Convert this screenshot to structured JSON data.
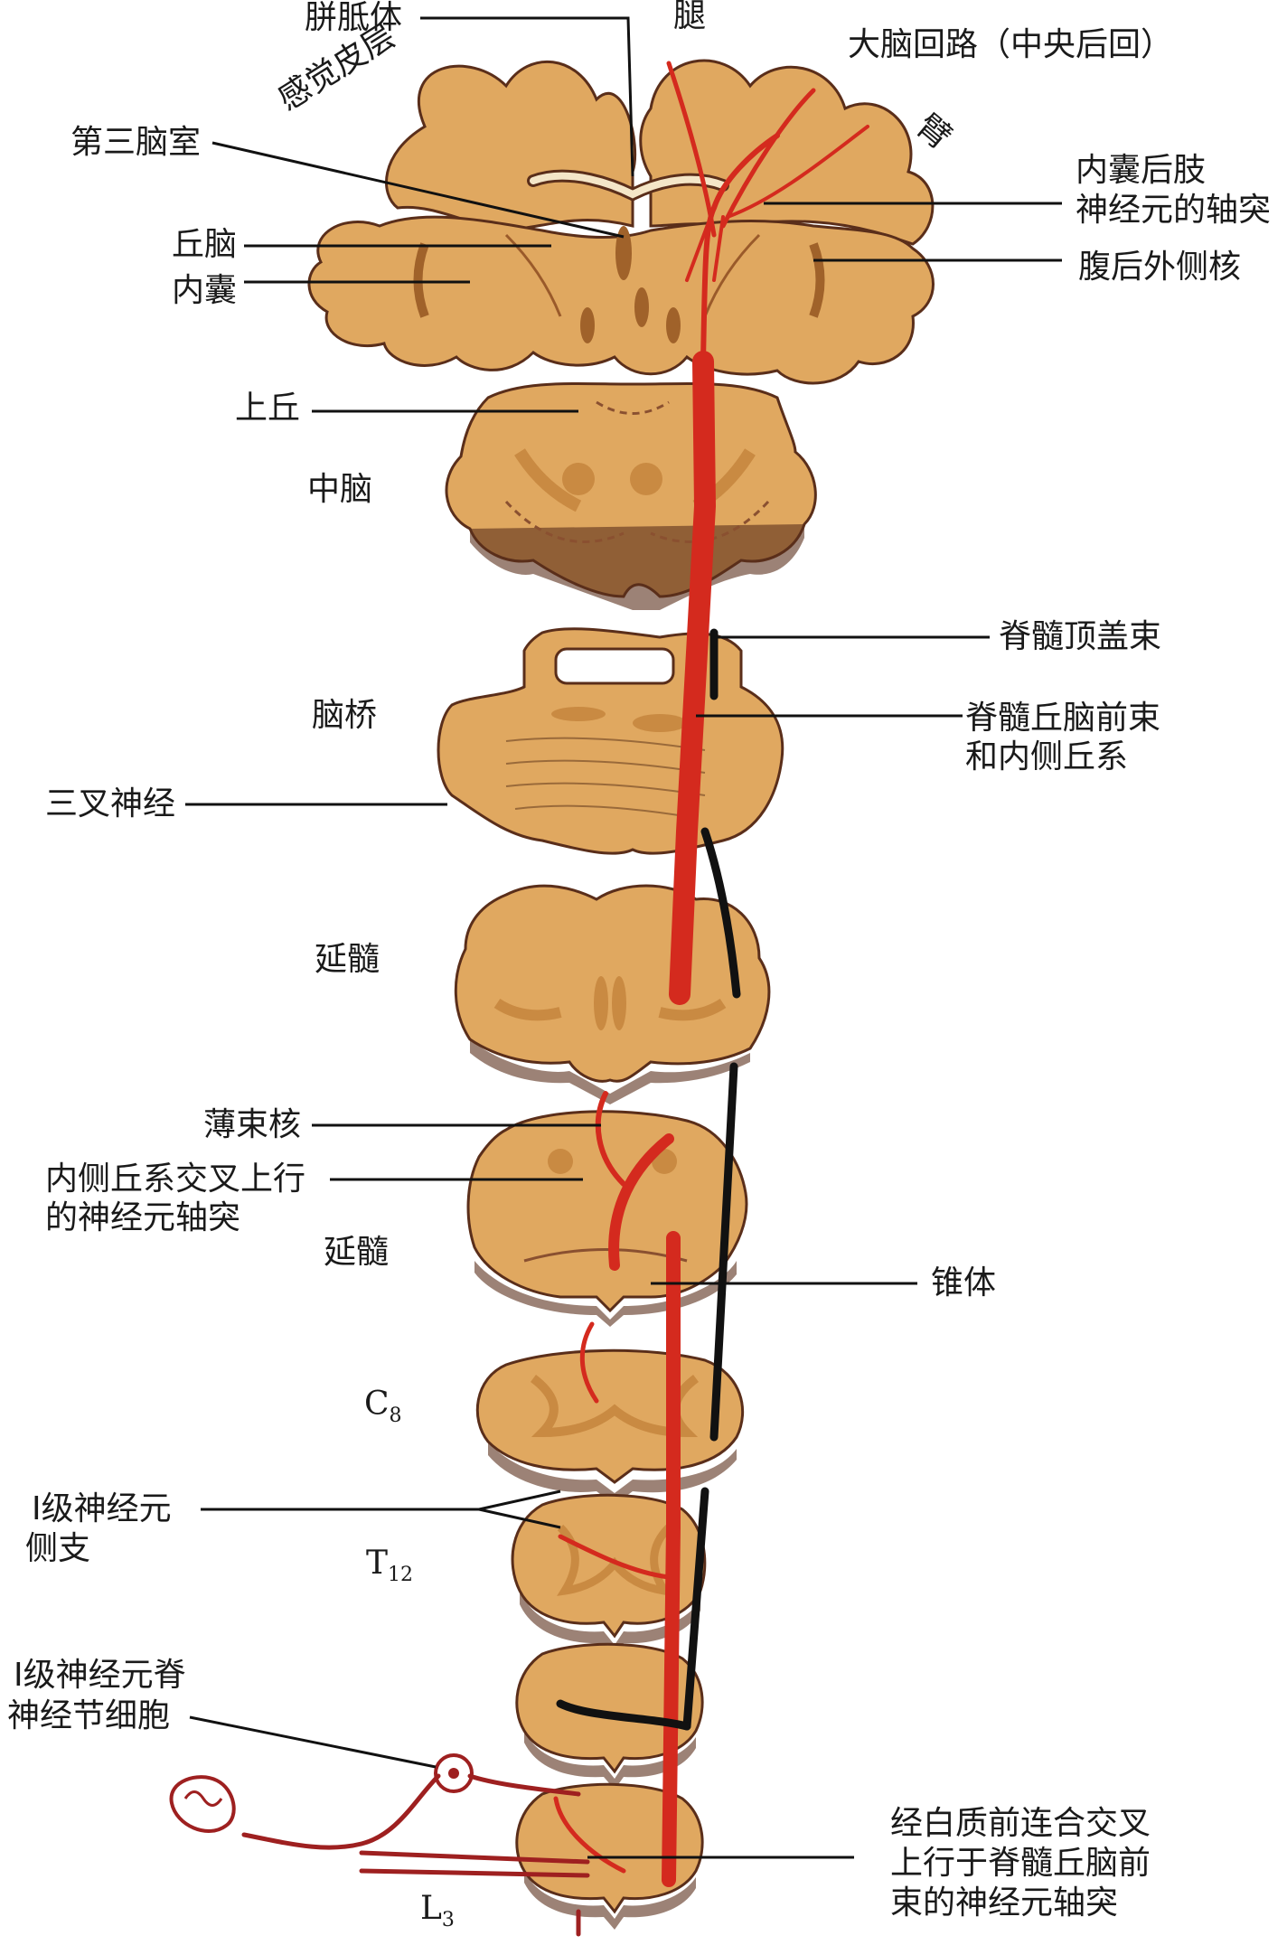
{
  "labels": {
    "corpus_callosum": "胼胝体",
    "leg": "腿",
    "cerebral_circuit": "大脑回路（中央后回）",
    "sensory_cortex": "感觉皮层",
    "arm": "臂",
    "third_ventricle": "第三脑室",
    "internal_capsule_axon_1": "内囊后肢",
    "internal_capsule_axon_2": "神经元的轴突",
    "thalamus": "丘脑",
    "vpl_nucleus": "腹后外侧核",
    "internal_capsule": "内囊",
    "superior_colliculus": "上丘",
    "midbrain": "中脑",
    "spinotectal_tract": "脊髓顶盖束",
    "pons": "脑桥",
    "anterior_spinothalamic_1": "脊髓丘脑前束",
    "anterior_spinothalamic_2": "和内侧丘系",
    "trigeminal_nerve": "三叉神经",
    "medulla_upper": "延髓",
    "gracile_nucleus": "薄束核",
    "lemniscus_decussation_1": "内侧丘系交叉上行",
    "lemniscus_decussation_2": "的神经元轴突",
    "medulla_lower": "延髓",
    "pyramid": "锥体",
    "c8_main": "C",
    "c8_sub": "8",
    "primary_collateral_1": "Ⅰ级神经元",
    "primary_collateral_2": "侧支",
    "t12_main": "T",
    "t12_sub": "12",
    "ganglion_cell_1": "Ⅰ级神经元脊",
    "ganglion_cell_2": "神经节细胞",
    "white_commissure_1": "经白质前连合交叉",
    "white_commissure_2": "上行于脊髓丘脑前",
    "white_commissure_3": "束的神经元轴突",
    "l3_main": "L",
    "l3_sub": "3"
  },
  "colors": {
    "tissue": "#e0a860",
    "tissue_dark": "#c98a42",
    "edge": "#5a2e1a",
    "pathway_red": "#d42a1e",
    "tract_black": "#111111",
    "nerve_red": "#9e2020"
  }
}
